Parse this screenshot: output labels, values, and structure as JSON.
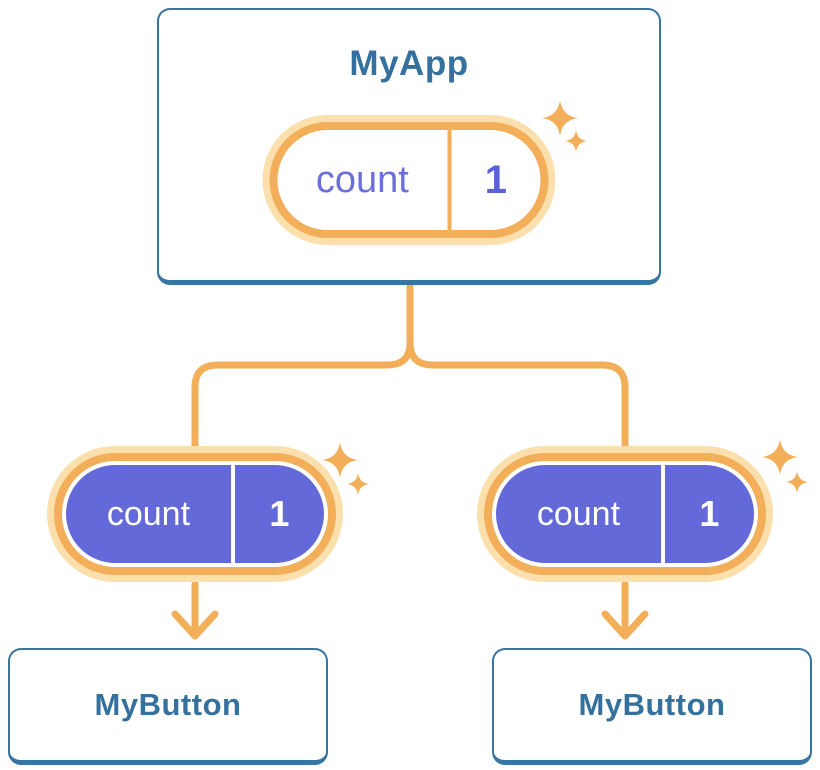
{
  "colors": {
    "card_border_blue": "#3875A1",
    "label_blue": "#35719E",
    "connector_orange": "#F3AE59",
    "pill_halo_orange": "#FBE0AE",
    "pill_purple": "#6469DA",
    "pill_text_purple": "#6B6EDC"
  },
  "tree": {
    "root": {
      "title": "MyApp",
      "state_pill": {
        "key_label": "count",
        "value": "1"
      }
    },
    "children": [
      {
        "title": "MyButton",
        "prop_pill": {
          "key_label": "count",
          "value": "1"
        }
      },
      {
        "title": "MyButton",
        "prop_pill": {
          "key_label": "count",
          "value": "1"
        }
      }
    ]
  }
}
